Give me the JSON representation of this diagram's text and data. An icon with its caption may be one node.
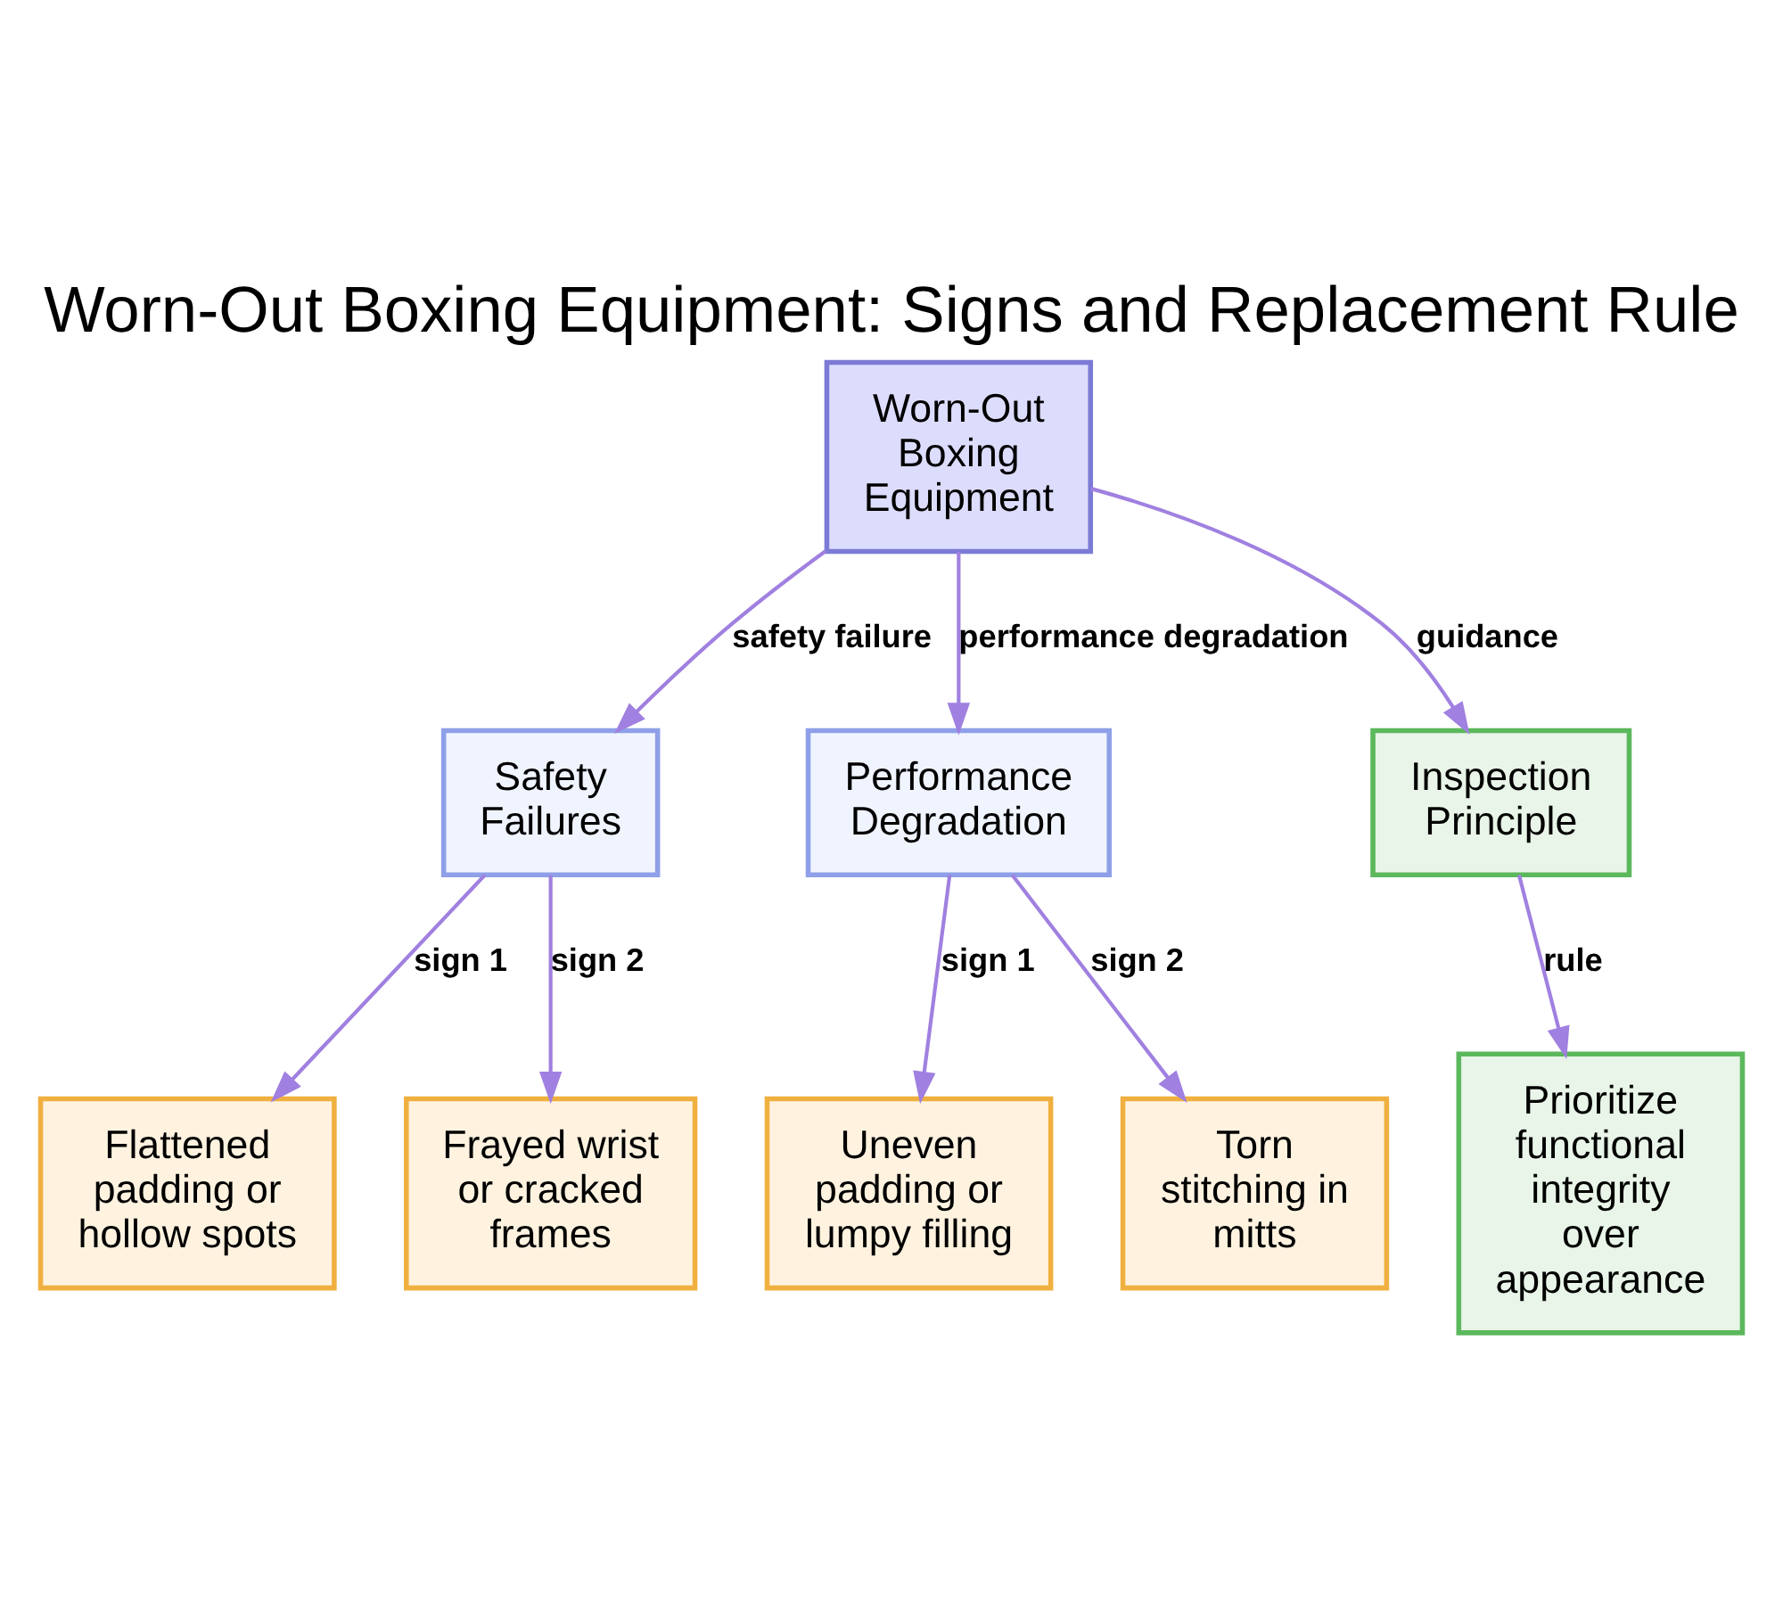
{
  "diagram": {
    "title": "Worn-Out Boxing Equipment: Signs and Replacement Rule",
    "nodes": [
      {
        "text": [
          "Worn-Out Boxing Equipment"
        ]
      },
      {
        "text": [
          "Safety Failures"
        ]
      },
      {
        "text": [
          "Performance Degradation"
        ]
      },
      {
        "text": [
          "Inspection Principle"
        ]
      },
      {
        "text": [
          "Flattened padding or hollow spots"
        ]
      },
      {
        "text": [
          "Frayed wrist or cracked frames"
        ]
      },
      {
        "text": [
          "Uneven padding or lumpy filling"
        ]
      },
      {
        "text": [
          "Torn stitching in mitts"
        ]
      },
      {
        "text": [
          "Prioritize functional integrity over appearance"
        ]
      }
    ],
    "edges": [
      {
        "from": 0,
        "to": 1,
        "arrow": "to",
        "label": "safety failure"
      },
      {
        "from": 0,
        "to": 2,
        "arrow": "to",
        "label": "performance degradation"
      },
      {
        "from": 0,
        "to": 3,
        "arrow": "to",
        "label": "guidance"
      },
      {
        "from": 1,
        "to": 4,
        "arrow": "to",
        "label": "sign 1"
      },
      {
        "from": 1,
        "to": 5,
        "arrow": "to",
        "label": "sign 2"
      },
      {
        "from": 2,
        "to": 6,
        "arrow": "to",
        "label": "sign 1"
      },
      {
        "from": 2,
        "to": 7,
        "arrow": "to",
        "label": "sign 2"
      },
      {
        "from": 3,
        "to": 8,
        "arrow": "to",
        "label": "rule"
      }
    ]
  }
}
